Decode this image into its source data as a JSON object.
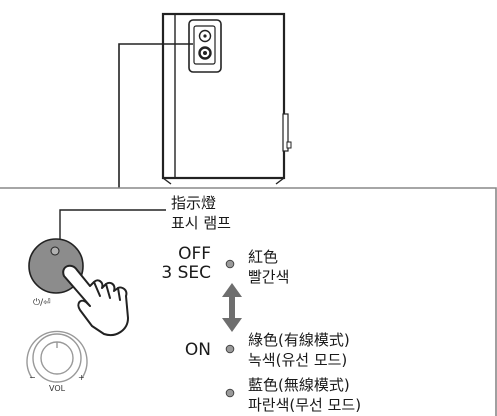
{
  "indicator_label": {
    "zh": "指示燈",
    "ko": "표시 램프"
  },
  "button_symbol": "⏻/⏎",
  "knob_label": "VOL",
  "knob_minus": "−",
  "knob_plus": "+",
  "states": {
    "off": {
      "line1": "OFF",
      "line2": "3 SEC",
      "color_zh": "紅色",
      "color_ko": "빨간색"
    },
    "on": {
      "label": "ON",
      "green_zh": "綠色(有線模式)",
      "green_ko": "녹색(유선 모드)",
      "blue_zh": "藍色(無線模式)",
      "blue_ko": "파란색(무선 모드)"
    }
  },
  "icons": {
    "toggle": "double-arrow-icon",
    "press": "hand-press-icon"
  }
}
